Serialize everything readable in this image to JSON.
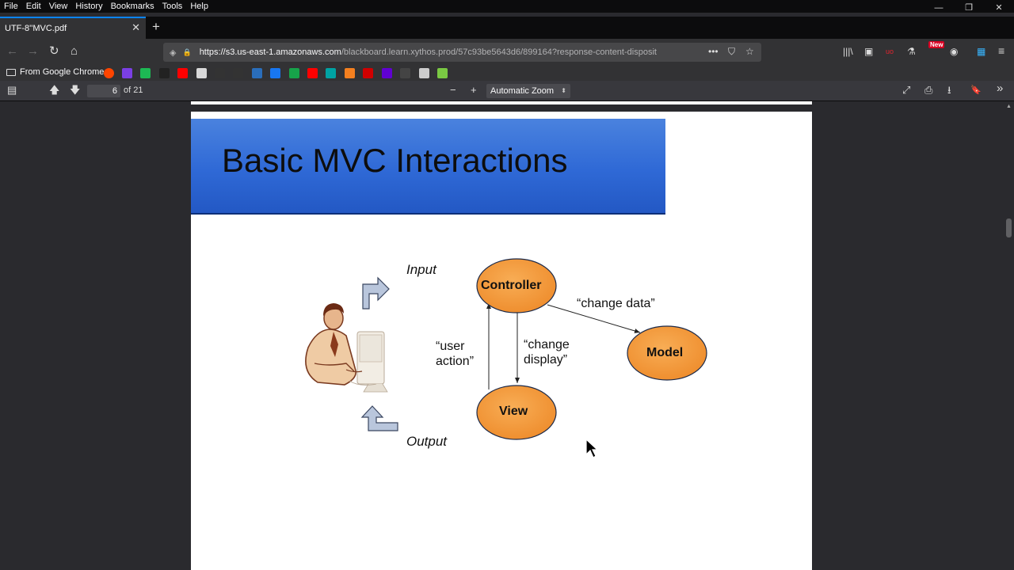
{
  "menubar": {
    "items": [
      "File",
      "Edit",
      "View",
      "History",
      "Bookmarks",
      "Tools",
      "Help"
    ]
  },
  "window_controls": {
    "minimize": "—",
    "restore": "❐",
    "close": "✕"
  },
  "tab": {
    "title": "UTF-8''MVC.pdf",
    "close": "✕",
    "new_tab": "+"
  },
  "nav": {
    "back": "←",
    "forward": "→",
    "reload": "↻",
    "home": "⌂"
  },
  "url": {
    "host": "https://s3.us-east-1.amazonaws.com",
    "path": "/blackboard.learn.xythos.prod/57c93be5643d6/899164?response-content-disposit",
    "shield": "◈",
    "lock": "🔒",
    "more": "•••",
    "pocket": "⛉",
    "star": "☆"
  },
  "toolbar_right": {
    "library": "|||\\",
    "sidebar": "▣",
    "ext1": "uo",
    "ext2": "⚗",
    "new_badge": "New",
    "account": "◉",
    "ext3": "▦",
    "menu": "≡"
  },
  "bookmarks": {
    "first": "From Google Chrome",
    "icon_colors": [
      "#ff4500",
      "#7b3fe4",
      "#1db954",
      "#222222",
      "#ff0000",
      "#d9d9d9",
      "#333333",
      "#333333",
      "#2a6ebb",
      "#1877f2",
      "#17a34a",
      "#ff0000",
      "#00a3a3",
      "#f4801f",
      "#d00000",
      "#6001d2",
      "#444444",
      "#cccccc",
      "#7ac943"
    ],
    "icon_names": [
      "reddit-icon",
      "twitch-icon",
      "sheets-icon",
      "blackboard-icon",
      "youtube-icon",
      "page-icon",
      "bookmark-icon",
      "bookmark-icon",
      "globe-icon",
      "facebook-icon",
      "play-icon",
      "youtube-icon",
      "tumblr-icon",
      "firefox-icon",
      "news-icon",
      "yahoo-icon",
      "chart-icon",
      "printer-icon",
      "duo-icon"
    ]
  },
  "pdf": {
    "sidebar_toggle": "▤",
    "prev": "🡅",
    "next": "🡇",
    "page_number": "6",
    "page_count": "of 21",
    "zoom_out": "−",
    "zoom_in": "+",
    "zoom": "Automatic Zoom",
    "zoom_arrow": "⬍",
    "presentation": "⤢",
    "print": "⎙",
    "download": "⭳",
    "bookmark": "🔖",
    "tools": "»"
  },
  "slide": {
    "title": "Basic MVC Interactions",
    "input_label": "Input",
    "output_label": "Output",
    "controller": "Controller",
    "model": "Model",
    "view": "View",
    "change_data": "“change data”",
    "user_action_1": "“user",
    "user_action_2": "action”",
    "change_display_1": "“change",
    "change_display_2": "display”",
    "node_fill": "#f59a3a",
    "band_color": "#3470d8"
  },
  "scroll": {
    "up": "▲"
  }
}
